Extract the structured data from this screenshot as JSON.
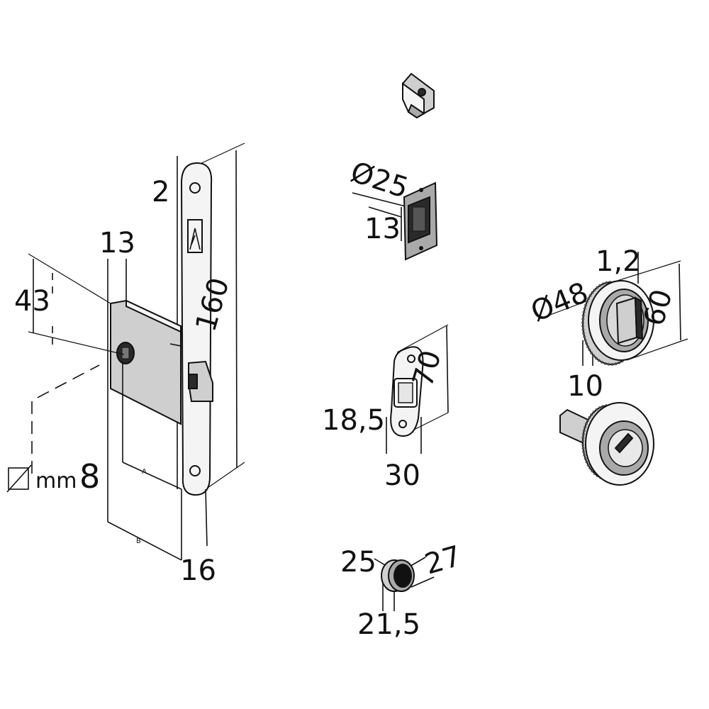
{
  "labels": {
    "mortise_thickness": "2",
    "mortise_height": "160",
    "backset_offset": "13",
    "center_distance": "43",
    "faceplate_width": "16",
    "dimension_a": "A",
    "dimension_b": "B",
    "spindle_unit": "mm",
    "spindle_size": "8",
    "cylinder_diameter": "Ø25",
    "cylinder_depth": "13",
    "strike_height": "70",
    "strike_width": "30",
    "strike_hole": "18,5",
    "rose_thickness": "1,2",
    "rose_diameter": "Ø48",
    "rose_outer": "60",
    "rose_depth": "10",
    "cup_diameter_a": "25",
    "cup_diameter_b": "27",
    "cup_depth": "21,5"
  },
  "colors": {
    "line": "#111111",
    "metal": "#f4f4f4",
    "grey": "#cfcfcf",
    "mid": "#a9a9a9",
    "dark": "#2a2a2a"
  },
  "icons": {
    "spindle": "square-spindle-icon"
  }
}
